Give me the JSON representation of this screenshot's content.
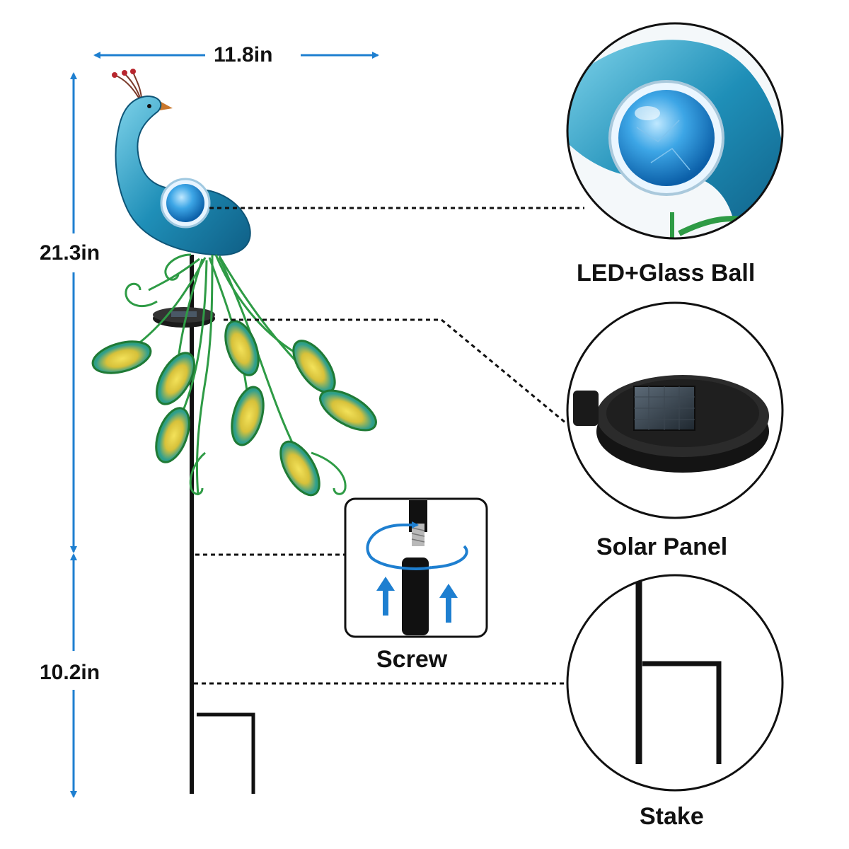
{
  "dimensions": {
    "width": "11.8in",
    "height_upper": "21.3in",
    "height_lower": "10.2in"
  },
  "callouts": {
    "led_glass_ball": "LED+Glass Ball",
    "solar_panel": "Solar Panel",
    "screw": "Screw",
    "stake": "Stake"
  },
  "colors": {
    "dimension_arrow": "#1e7fd0",
    "body_blue": "#1f8fb8",
    "feather_green": "#2e9b45",
    "feather_yellow": "#d7c13a",
    "stake_black": "#111111",
    "callout_line": "#111111"
  }
}
